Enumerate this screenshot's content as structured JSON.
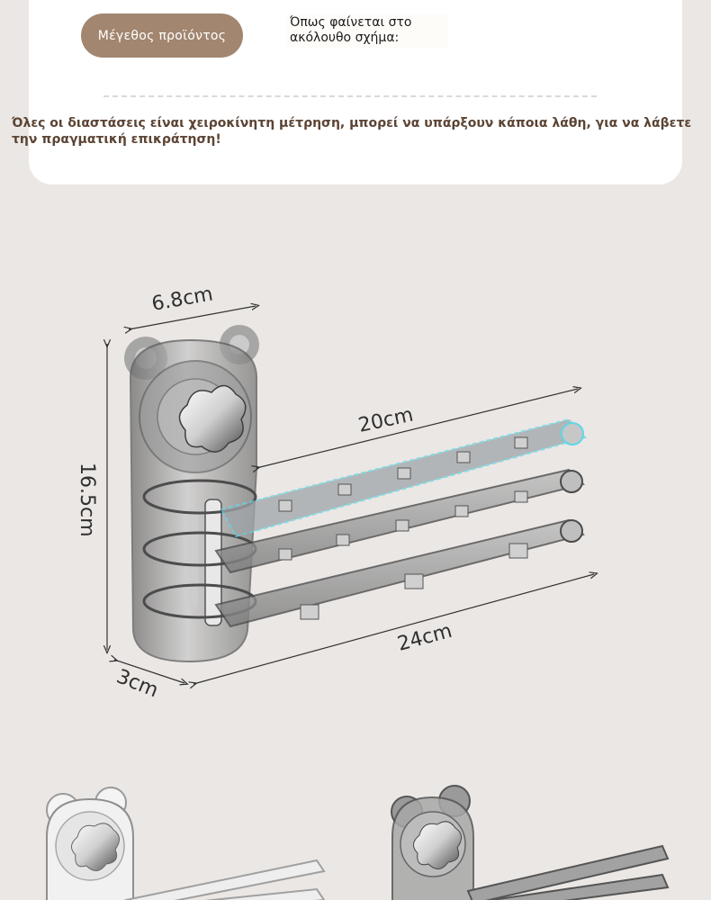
{
  "header": {
    "size_label": "Μέγεθος προϊόντος",
    "caption": "Όπως φαίνεται στο ακόλουθο σχήμα:",
    "note": "Όλες οι διαστάσεις είναι χειροκίνητη μέτρηση, μπορεί να υπάρξουν κάποια λάθη, για να λάβετε την πραγματική επικράτηση!"
  },
  "dimensions": {
    "width": "6.8cm",
    "height": "16.5cm",
    "arm_length": "20cm",
    "total_length": "24cm",
    "depth": "3cm"
  },
  "colors": {
    "accent": "#a28670",
    "note_text": "#5c4434",
    "background": "#ebe7e4",
    "highlight": "#5fd6e6"
  }
}
